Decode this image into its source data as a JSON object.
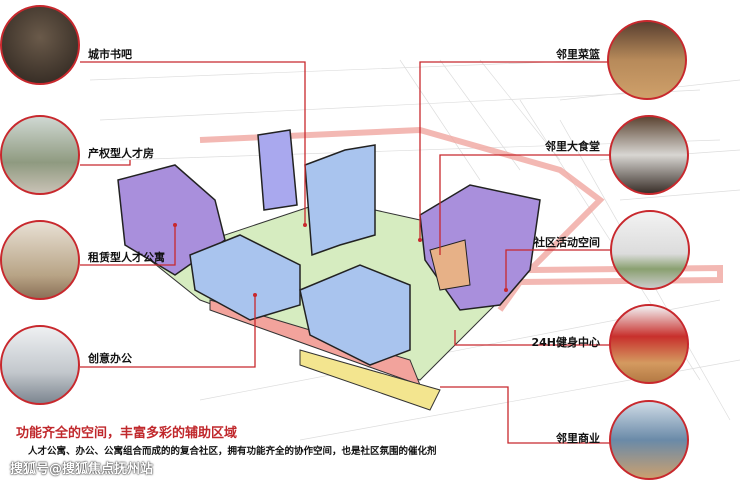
{
  "left_labels": [
    "城市书吧",
    "产权型人才房",
    "租赁型人才公寓",
    "创意办公"
  ],
  "right_labels": [
    "邻里菜篮",
    "邻里大食堂",
    "社区活动空间",
    "24H健身中心",
    "邻里商业"
  ],
  "heading": "功能齐全的空间，丰富多彩的辅助区域",
  "caption": "人才公寓、办公、公寓组合而成的的复合社区，拥有功能齐全的协作空间，也是社区氛围的催化剂",
  "watermark": "搜狐号@搜狐焦点抚州站",
  "colors": {
    "accent": "#c8282d",
    "residential": "#a98fdc",
    "office": "#a9c4ee",
    "walkway": "#f0a6a0"
  }
}
